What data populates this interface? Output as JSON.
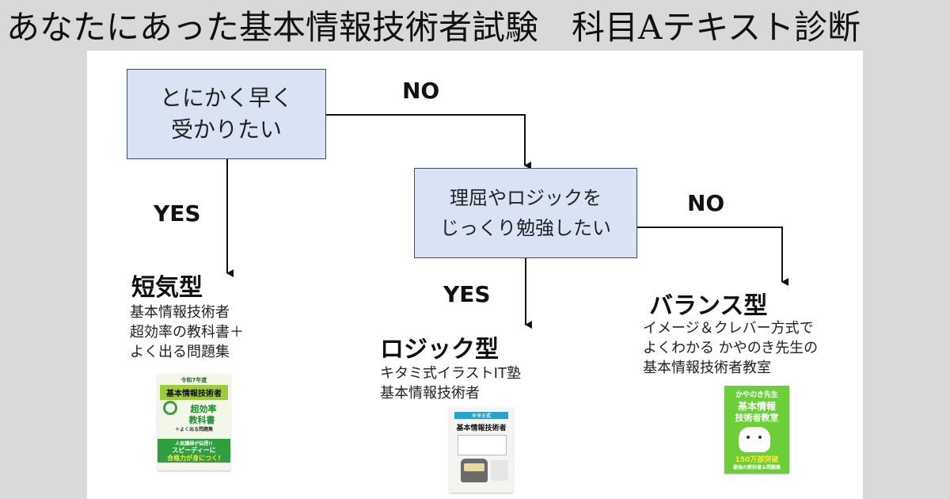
{
  "title": "あなたにあった基本情報技術者試験　科目Aテキスト診断",
  "questions": {
    "q1": "とにかく早く\n受かりたい",
    "q2": "理屈やロジックを\nじっくり勉強したい"
  },
  "edges": {
    "q1_no": "NO",
    "q1_yes": "YES",
    "q2_no": "NO",
    "q2_yes": "YES"
  },
  "results": {
    "tanki": {
      "type": "短気型",
      "desc": "基本情報技術者\n超効率の教科書＋\nよく出る問題集",
      "cover": {
        "edition": "令和7年度",
        "title": "基本情報技術者",
        "line1": "超効率",
        "line2": "教科書",
        "line3": "＋よく出る問題集",
        "band1": "人気講師が伝授!!",
        "band2": "スピーディーに",
        "band3": "合格力が身につく!"
      }
    },
    "logic": {
      "type": "ロジック型",
      "desc": "キタミ式イラストIT塾\n基本情報技術者",
      "cover": {
        "brand": "キタミ式",
        "title": "基本情報技術者"
      }
    },
    "balance": {
      "type": "バランス型",
      "desc": "イメージ＆クレバー方式で\nよくわかる かやのき先生の\n基本情報技術者教室",
      "cover": {
        "line1": "かやのき先生",
        "line2": "基本情報",
        "line3": "技術者教室",
        "sales": "150万部突破",
        "sub": "最強の教科書＆問題集"
      }
    }
  },
  "colors": {
    "question_fill": "#dae3f3",
    "question_border": "#2f4f7a",
    "background": "#d9d9d9",
    "panel": "#ffffff"
  }
}
